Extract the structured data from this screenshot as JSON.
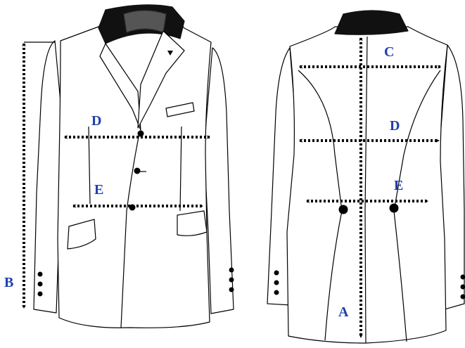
{
  "diagram": {
    "colors": {
      "label": "#1f3fae",
      "line": "#000000",
      "collar": "#111111",
      "fill": "#ffffff"
    },
    "front_view": {
      "labels": {
        "B": "B",
        "D": "D",
        "E": "E"
      }
    },
    "back_view": {
      "labels": {
        "A": "A",
        "C": "C",
        "D": "D",
        "E": "E"
      }
    }
  }
}
